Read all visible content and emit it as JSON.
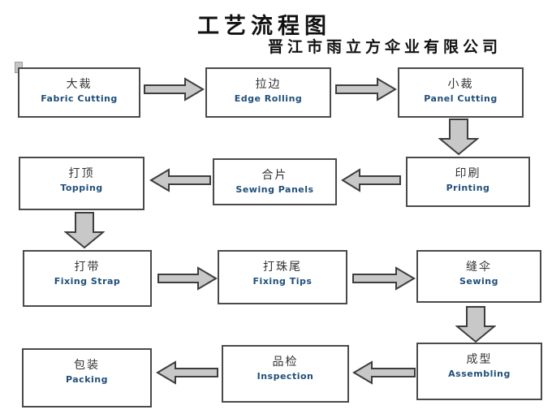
{
  "page": {
    "title": "工艺流程图",
    "subtitle": "晋江市雨立方伞业有限公司"
  },
  "flowchart": {
    "nodes": [
      {
        "zh": "大裁",
        "en": "Fabric Cutting"
      },
      {
        "zh": "拉边",
        "en": "Edge Rolling"
      },
      {
        "zh": "小裁",
        "en": "Panel Cutting"
      },
      {
        "zh": "打顶",
        "en": "Topping"
      },
      {
        "zh": "合片",
        "en": "Sewing Panels"
      },
      {
        "zh": "印刷",
        "en": "Printing"
      },
      {
        "zh": "打带",
        "en": "Fixing Strap"
      },
      {
        "zh": "打珠尾",
        "en": "Fixing Tips"
      },
      {
        "zh": "缝伞",
        "en": "Sewing"
      },
      {
        "zh": "包装",
        "en": "Packing"
      },
      {
        "zh": "品检",
        "en": "Inspection"
      },
      {
        "zh": "成型",
        "en": "Assembling"
      }
    ],
    "flow_sequence": [
      "大裁 Fabric Cutting",
      "拉边 Edge Rolling",
      "小裁 Panel Cutting",
      "印刷 Printing",
      "合片 Sewing Panels",
      "打顶 Topping",
      "打带 Fixing Strap",
      "打珠尾 Fixing Tips",
      "缝伞 Sewing",
      "成型 Assembling",
      "品检 Inspection",
      "包装 Packing"
    ],
    "colors": {
      "arrow_fill": "#c8c8c8",
      "arrow_outline": "#3d3d3d",
      "box_border": "#4a4a4a",
      "chinese_text": "#333333",
      "english_text": "#1f4e79"
    }
  }
}
